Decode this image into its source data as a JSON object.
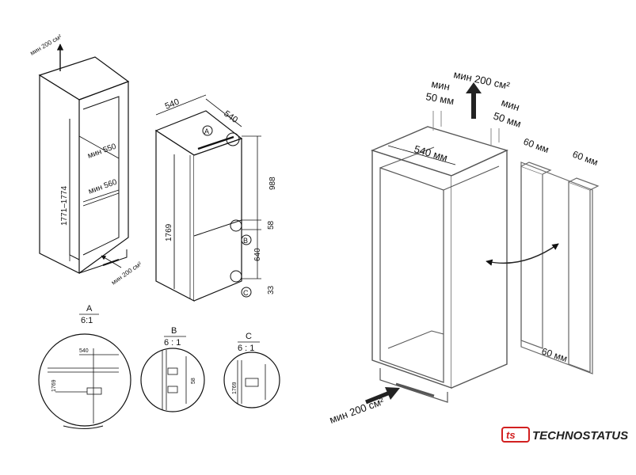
{
  "left_cabinet": {
    "min_area_top": "мин 200 см²",
    "height_range": "1771–1774",
    "width_min_550": "мин 550",
    "depth_min_560": "мин 560",
    "min_area_bottom": "мин 200 см²"
  },
  "appliance": {
    "width": "540",
    "depth": "540",
    "callout_a": "A",
    "callout_b": "B",
    "callout_c": "C",
    "height_1769": "1769",
    "dim_988": "988",
    "dim_58": "58",
    "dim_640": "640",
    "dim_33": "33"
  },
  "details": {
    "a": {
      "letter": "A",
      "scale": "6:1",
      "dim_540": "540",
      "dim_1769": "1769"
    },
    "b": {
      "letter": "B",
      "scale": "6 : 1",
      "dim_58": "58"
    },
    "c": {
      "letter": "C",
      "scale": "6 : 1",
      "dim_1769": "1769"
    }
  },
  "right": {
    "min_area_top": "мин 200 см²",
    "min_50_left_1": "мин",
    "min_50_left_2": "50 мм",
    "min_50_right_1": "мин",
    "min_50_right_2": "50 мм",
    "dim_540": "540 мм",
    "strip_60_1": "60 мм",
    "strip_60_2": "60 мм",
    "strip_60_bottom": "60 мм",
    "min_area_bottom": "мин 200 см²"
  },
  "logo": {
    "text": "TECHNOSTATUS",
    "color": "#d22020"
  }
}
